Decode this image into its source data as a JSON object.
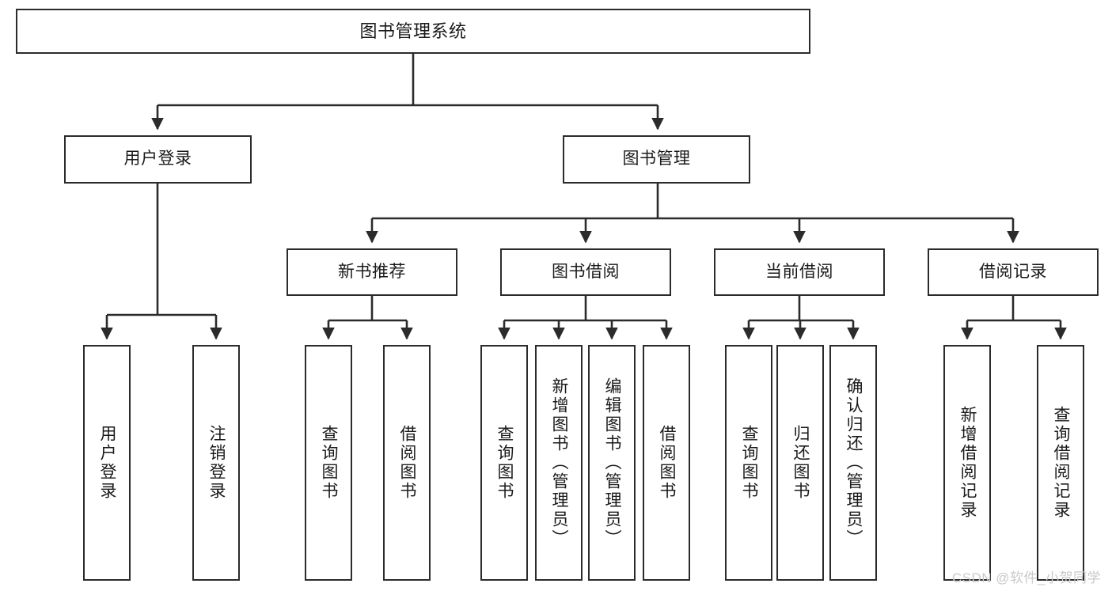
{
  "diagram": {
    "title": "图书管理系统",
    "watermark": "CSDN @软件_小贺同学",
    "stroke_color": "#2b2b2b",
    "fill_color": "#ffffff",
    "text_color": "#1a1a1a",
    "watermark_color": "#c9c9c9"
  },
  "nodes": {
    "root": {
      "label": "图书管理系统"
    },
    "level2": [
      {
        "label": "用户登录"
      },
      {
        "label": "图书管理"
      }
    ],
    "level3": [
      {
        "label": "新书推荐"
      },
      {
        "label": "图书借阅"
      },
      {
        "label": "当前借阅"
      },
      {
        "label": "借阅记录"
      }
    ],
    "leaves": [
      {
        "label": "用户登录"
      },
      {
        "label": "注销登录"
      },
      {
        "label": "查询图书"
      },
      {
        "label": "借阅图书"
      },
      {
        "label": "查询图书"
      },
      {
        "label": "新增图书（管理员）"
      },
      {
        "label": "编辑图书（管理员）"
      },
      {
        "label": "借阅图书"
      },
      {
        "label": "查询图书"
      },
      {
        "label": "归还图书"
      },
      {
        "label": "确认归还（管理员）"
      },
      {
        "label": "新增借阅记录"
      },
      {
        "label": "查询借阅记录"
      }
    ]
  },
  "chart_data": {
    "type": "diagram",
    "subtype": "tree-hierarchy",
    "title": "图书管理系统",
    "orientation": "top-down",
    "edge_style": "orthogonal-elbow-with-arrowhead",
    "levels": 4,
    "tree": {
      "name": "图书管理系统",
      "children": [
        {
          "name": "用户登录",
          "children": [
            {
              "name": "用户登录"
            },
            {
              "name": "注销登录"
            }
          ]
        },
        {
          "name": "图书管理",
          "children": [
            {
              "name": "新书推荐",
              "children": [
                {
                  "name": "查询图书"
                },
                {
                  "name": "借阅图书"
                }
              ]
            },
            {
              "name": "图书借阅",
              "children": [
                {
                  "name": "查询图书"
                },
                {
                  "name": "新增图书（管理员）"
                },
                {
                  "name": "编辑图书（管理员）"
                },
                {
                  "name": "借阅图书"
                }
              ]
            },
            {
              "name": "当前借阅",
              "children": [
                {
                  "name": "查询图书"
                },
                {
                  "name": "归还图书"
                },
                {
                  "name": "确认归还（管理员）"
                }
              ]
            },
            {
              "name": "借阅记录",
              "children": [
                {
                  "name": "新增借阅记录"
                },
                {
                  "name": "查询借阅记录"
                }
              ]
            }
          ]
        }
      ]
    }
  }
}
